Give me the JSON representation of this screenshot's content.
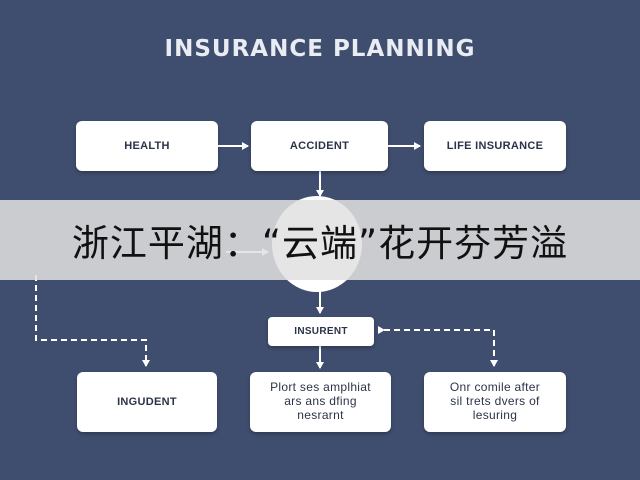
{
  "title": "INSURANCE PLANNING",
  "nodes": {
    "health": "HEALTH",
    "accident": "ACCIDENT",
    "life_insurance": "LIFE INSURANCE",
    "insurent": "INSURENT",
    "ingudent": "INGUDENT",
    "plan_note": "Plort ses amplhiat\nars ans dfing\nnesrarnt",
    "coverage_note": "Onr comile after\nsil trets dvers of\nlesuring"
  },
  "banner": "浙江平湖：“云端”花开芬芳溢",
  "colors": {
    "background": "#3f4d6e",
    "box": "#ffffff",
    "connector": "#ffffff",
    "banner": "#e1e1e1"
  }
}
